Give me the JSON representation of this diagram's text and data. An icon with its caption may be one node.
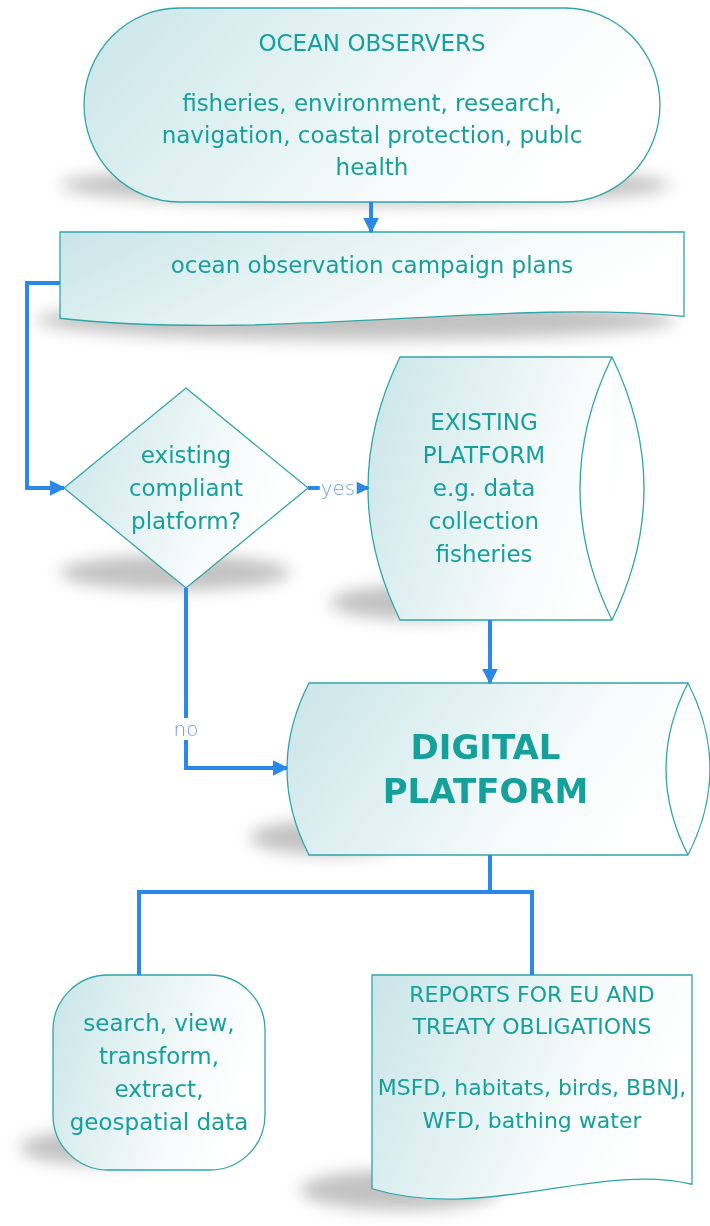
{
  "diagram": {
    "nodes": [
      {
        "text": [
          "OCEAN OBSERVERS",
          "fisheries, environment, research, navigation, coastal protection, publc health"
        ]
      },
      {
        "text": [
          "ocean observation campaign plans"
        ]
      },
      {
        "text": [
          "existing compliant platform?"
        ]
      },
      {
        "text": [
          "EXISTING PLATFORM",
          "e.g. data collection fisheries"
        ]
      },
      {
        "text": [
          "DIGITAL PLATFORM"
        ]
      },
      {
        "text": [
          "search, view, transform, extract, geospatial data"
        ]
      },
      {
        "text": [
          "REPORTS FOR EU AND TREATY OBLIGATIONS",
          "MSFD, habitats, birds, BBNJ, WFD, bathing water"
        ]
      }
    ],
    "edges": [
      {
        "from": 0,
        "to": 1,
        "arrow": "to"
      },
      {
        "from": 1,
        "to": 2,
        "arrow": "to"
      },
      {
        "from": 2,
        "to": 3,
        "arrow": "to",
        "label": "yes"
      },
      {
        "from": 3,
        "to": 4,
        "arrow": "to"
      },
      {
        "from": 2,
        "to": 4,
        "arrow": "to",
        "label": "no"
      },
      {
        "from": 4,
        "to": 5,
        "arrow": "none"
      },
      {
        "from": 4,
        "to": 6,
        "arrow": "none"
      }
    ]
  }
}
